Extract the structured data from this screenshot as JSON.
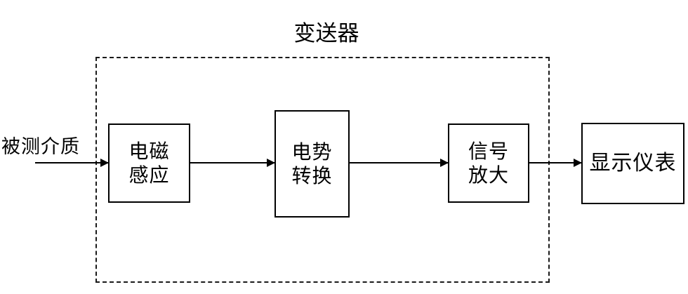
{
  "diagram": {
    "title": "变送器",
    "input_label": "被测介质",
    "blocks": [
      {
        "id": "sensing",
        "lines": [
          "电磁",
          "感应"
        ]
      },
      {
        "id": "convert",
        "lines": [
          "电势",
          "转换"
        ]
      },
      {
        "id": "amplify",
        "lines": [
          "信号",
          "放大"
        ]
      },
      {
        "id": "display",
        "lines": [
          "显示仪表"
        ]
      }
    ],
    "arrows": [
      {
        "id": "input-to-sensing",
        "label": ""
      },
      {
        "id": "sensing-to-convert",
        "label": ""
      },
      {
        "id": "convert-to-amplify",
        "label": ""
      },
      {
        "id": "amplify-to-display",
        "label": ""
      }
    ],
    "colors": {
      "stroke": "#000000",
      "dashed_stroke": "#1a1a1a",
      "background": "#ffffff"
    }
  }
}
